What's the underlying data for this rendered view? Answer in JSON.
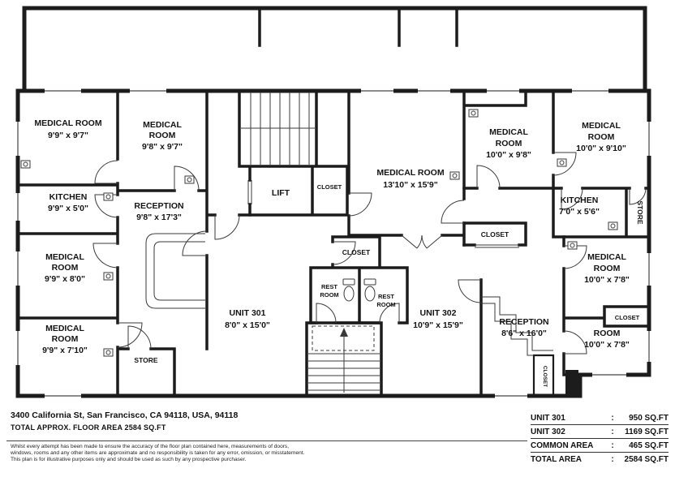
{
  "plan": {
    "colors": {
      "wall": "#1c1c1c",
      "text": "#141414"
    },
    "rooms": {
      "med_tl": {
        "line1": "MEDICAL ROOM",
        "line2": "9'9\" x 9'7\""
      },
      "med_c2": {
        "line1": "MEDICAL",
        "line2": "ROOM",
        "line3": "9'8\" x 9'7\""
      },
      "kitchen_l": {
        "line1": "KITCHEN",
        "line2": "9'9\" x 5'0\""
      },
      "reception_l": {
        "line1": "RECEPTION",
        "line2": "9'8\" x 17'3\""
      },
      "med_l3": {
        "line1": "MEDICAL",
        "line2": "ROOM",
        "line3": "9'9\" x 8'0\""
      },
      "med_l4": {
        "line1": "MEDICAL",
        "line2": "ROOM",
        "line3": "9'9\" x 7'10\""
      },
      "store_l": {
        "line1": "STORE"
      },
      "lift": {
        "line1": "LIFT"
      },
      "closet_lift": {
        "line1": "CLOSET"
      },
      "med_big": {
        "line1": "MEDICAL ROOM",
        "line2": "13'10\" x 15'9\""
      },
      "closet_mid": {
        "line1": "CLOSET"
      },
      "rest1": {
        "line1": "REST",
        "line2": "ROOM"
      },
      "rest2": {
        "line1": "REST",
        "line2": "ROOM"
      },
      "unit301": {
        "line1": "UNIT 301",
        "line2": "8'0\" x 15'0\""
      },
      "unit302": {
        "line1": "UNIT 302",
        "line2": "10'9\" x 15'9\""
      },
      "closet_u302": {
        "line1": "CLOSET"
      },
      "med_r1": {
        "line1": "MEDICAL",
        "line2": "ROOM",
        "line3": "10'0\" x 9'8\""
      },
      "med_r2": {
        "line1": "MEDICAL",
        "line2": "ROOM",
        "line3": "10'0\" x 9'10\""
      },
      "kitchen_r": {
        "line1": "KITCHEN",
        "line2": "7'0\" x 5'6\""
      },
      "store_r": {
        "line1": "STORE"
      },
      "med_r3": {
        "line1": "MEDICAL",
        "line2": "ROOM",
        "line3": "10'0\" x 7'8\""
      },
      "reception_r": {
        "line1": "RECEPTION",
        "line2": "8'6\" x 16'0\""
      },
      "room_br": {
        "line1": "ROOM",
        "line2": "10'0\" x 7'8\""
      },
      "closet_br": {
        "line1": "CLOSET"
      },
      "closet_b": {
        "line1": "CLOSET"
      }
    }
  },
  "footer": {
    "address": "3400 California St, San Francisco, CA 94118, USA, 94118",
    "area_line": "TOTAL APPROX. FLOOR AREA 2584 SQ.FT",
    "disclaimer_1": "Whilst every attempt has been made to ensure the accuracy of the floor plan contained here, measurements of doors,",
    "disclaimer_2": "windows, rooms and any other items are approximate and no responsibility is taken for any error, omission, or misstatement.",
    "disclaimer_3": "This plan is for illustrative purposes only and should be used as such by any prospective purchaser."
  },
  "area_table": {
    "rows": [
      {
        "label": "UNIT 301",
        "sep": ":",
        "value": "950 SQ.FT"
      },
      {
        "label": "UNIT 302",
        "sep": ":",
        "value": "1169 SQ.FT"
      },
      {
        "label": "COMMON AREA",
        "sep": ":",
        "value": "465 SQ.FT"
      },
      {
        "label": "TOTAL AREA",
        "sep": ":",
        "value": "2584 SQ.FT"
      }
    ]
  }
}
